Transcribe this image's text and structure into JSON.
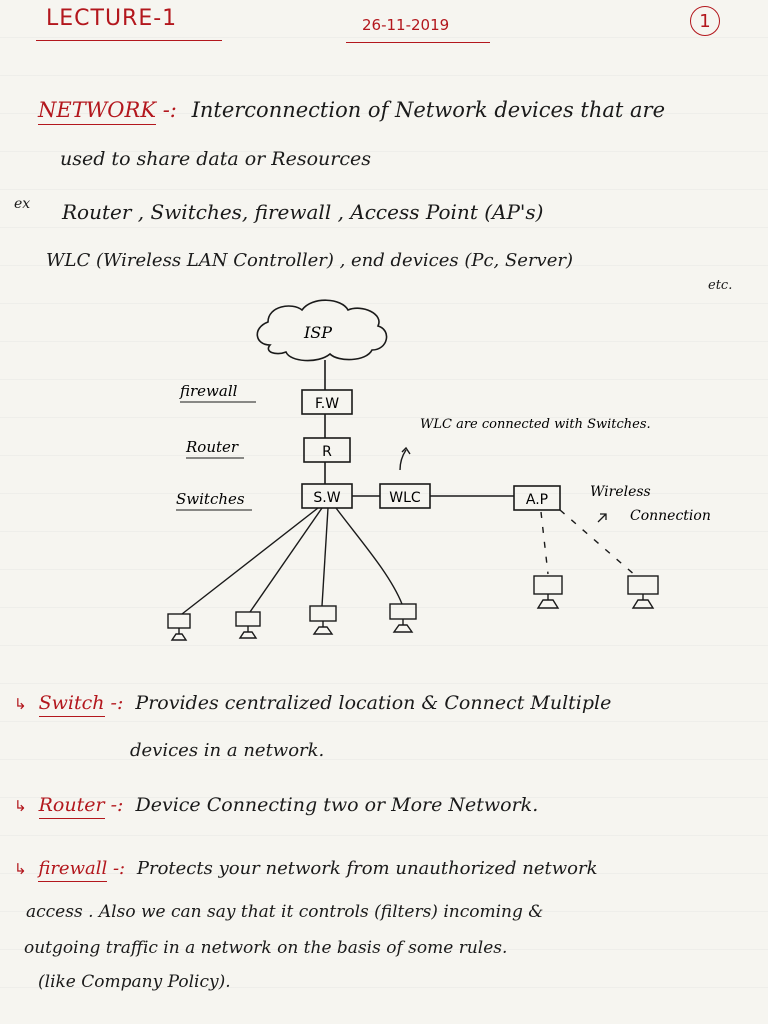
{
  "header": {
    "lecture": "LECTURE-1",
    "date": "26-11-2019",
    "page_number": "1"
  },
  "network": {
    "term": "NETWORK",
    "sep": "-:",
    "definition_line1": "Interconnection of Network devices that are",
    "definition_line2": "used to share data or Resources",
    "example_prefix": "ex",
    "example_line1": "Router , Switches, firewall , Access Point (AP's)",
    "example_line2": "WLC (Wireless LAN Controller) , end devices (Pc, Server)",
    "etc": "etc."
  },
  "diagram": {
    "isp": "ISP",
    "fw_box": "F.W",
    "router_box": "R",
    "switch_box": "S.W",
    "wlc_box": "WLC",
    "ap_box": "A.P",
    "firewall_label": "firewall",
    "router_label": "Router",
    "switches_label": "Switches",
    "wlc_note": "WLC are connected with Switches.",
    "wireless_label_1": "Wireless",
    "wireless_label_2": "Connection"
  },
  "definitions": [
    {
      "term": "Switch",
      "sep": "-:",
      "line1": "Provides centralized location & Connect Multiple",
      "line2": "devices in a network."
    },
    {
      "term": "Router",
      "sep": "-:",
      "line1": "Device Connecting two or More Network."
    },
    {
      "term": "firewall",
      "sep": "-:",
      "line1": "Protects your network from unauthorized network",
      "line2": "access . Also we can say that it controls (filters) incoming &",
      "line3": "outgoing traffic in a network on the basis of some rules.",
      "line4": "(like Company Policy)."
    }
  ],
  "colors": {
    "ink": "#1a1a1a",
    "red_ink": "#b3171d",
    "paper": "#f6f5f0"
  }
}
